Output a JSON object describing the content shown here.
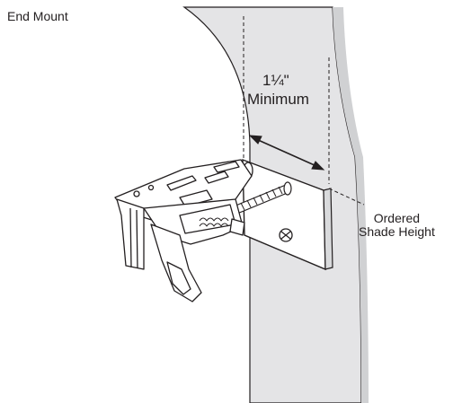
{
  "title": "End Mount",
  "dimension": {
    "value": "1¼\"",
    "caption": "Minimum"
  },
  "side_label": {
    "line1": "Ordered",
    "line2": "Shade Height"
  },
  "colors": {
    "wall": "#e4e4e6",
    "wall_shadow": "#d0d1d3",
    "line": "#231f20",
    "metal": "#ffffff"
  },
  "icons": [
    "mounting-bracket",
    "screw",
    "dimension-arrow"
  ]
}
